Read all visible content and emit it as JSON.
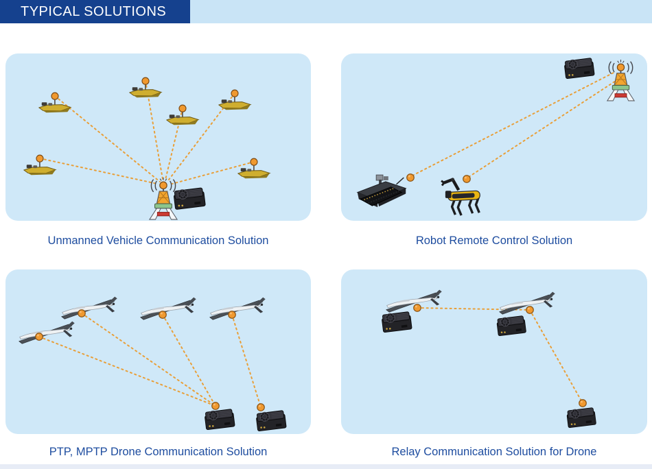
{
  "header": {
    "title": "TYPICAL SOLUTIONS"
  },
  "colors": {
    "banner_blue": "#15418e",
    "strip_blue": "#c9e4f6",
    "panel_blue": "#cfe8f8",
    "caption_blue": "#1d4c9f",
    "link_orange": "#e99f38",
    "node_orange": "#f0992f"
  },
  "panels": [
    {
      "id": "unmanned-vehicle",
      "caption": "Unmanned Vehicle Communication Solution",
      "scene_items": [
        "6 unmanned surface vehicles",
        "base station tower",
        "radio unit",
        "6 dashed comm links"
      ]
    },
    {
      "id": "robot-remote-control",
      "caption": "Robot Remote Control Solution",
      "scene_items": [
        "tracked robot",
        "quadruped robot with arm",
        "base station tower",
        "radio unit",
        "2 dashed comm links"
      ]
    },
    {
      "id": "ptp-mptp-drone",
      "caption": "PTP, MPTP Drone Communication Solution",
      "scene_items": [
        "4 fixed-wing drones",
        "2 ground radio units",
        "4 dashed comm links"
      ]
    },
    {
      "id": "relay-drone",
      "caption": "Relay Communication Solution for Drone",
      "scene_items": [
        "2 fixed-wing drones with radio units",
        "ground radio unit",
        "2 dashed comm links"
      ]
    }
  ]
}
